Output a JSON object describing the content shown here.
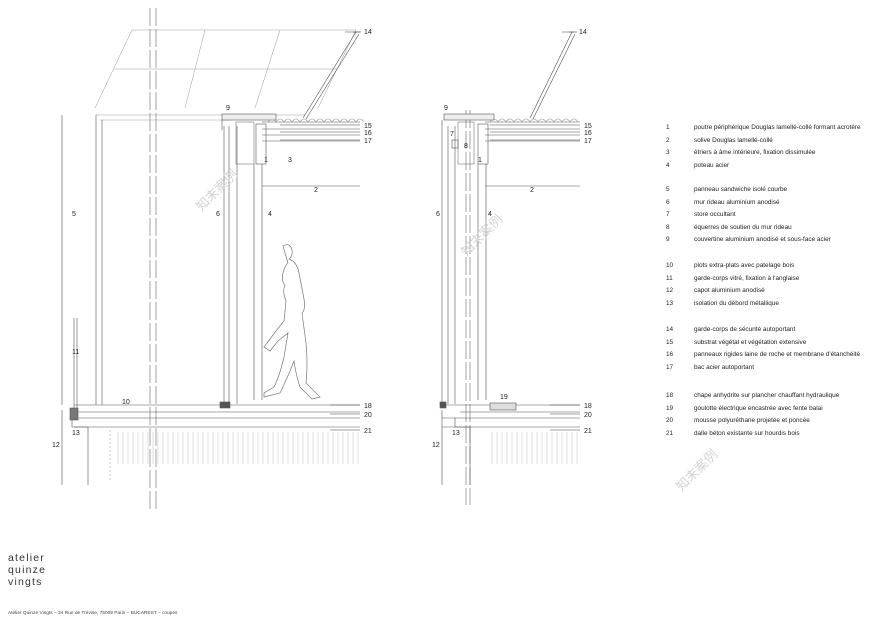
{
  "callouts": {
    "left": {
      "c1": "1",
      "c2": "2",
      "c3": "3",
      "c4": "4",
      "c5": "5",
      "c6": "6",
      "c9": "9",
      "c10": "10",
      "c11": "11",
      "c12": "12",
      "c13": "13",
      "c14": "14",
      "c15": "15",
      "c16": "16",
      "c17": "17",
      "c18": "18",
      "c20": "20",
      "c21": "21"
    },
    "right": {
      "c1": "1",
      "c2": "2",
      "c4": "4",
      "c6": "6",
      "c7": "7",
      "c8": "8",
      "c9": "9",
      "c12": "12",
      "c13": "13",
      "c14": "14",
      "c15": "15",
      "c16": "16",
      "c17": "17",
      "c18": "18",
      "c19": "19",
      "c20": "20",
      "c21": "21"
    }
  },
  "legend": [
    {
      "num": "1",
      "text": "poutre périphérique Douglas lamellé-collé formant acrotère"
    },
    {
      "num": "2",
      "text": "solive Douglas lamellé-collé"
    },
    {
      "num": "3",
      "text": "étriers à âme intérieure, fixation dissimulée"
    },
    {
      "num": "4",
      "text": "poteau acier"
    },
    {
      "num": "5",
      "text": "panneau sandwiche isolé courbe"
    },
    {
      "num": "6",
      "text": "mur rideau aluminium anodisé"
    },
    {
      "num": "7",
      "text": "store occultant"
    },
    {
      "num": "8",
      "text": "équerres de soutien du mur rideau"
    },
    {
      "num": "9",
      "text": "couvertine aluminium anodisé et sous-face acier"
    },
    {
      "num": "10",
      "text": "plots extra-plats avec patelage bois"
    },
    {
      "num": "11",
      "text": "garde-corps vitré, fixation à l'anglaise"
    },
    {
      "num": "12",
      "text": "capot aluminium anodisé"
    },
    {
      "num": "13",
      "text": "isolation du débord métallique"
    },
    {
      "num": "14",
      "text": "garde-corps de sécurité autoportant"
    },
    {
      "num": "15",
      "text": "substrat végétal et végétation extensive"
    },
    {
      "num": "16",
      "text": "panneaux rigides laine de roche et membrane d'étanchéité"
    },
    {
      "num": "17",
      "text": "bac acier autoportant"
    },
    {
      "num": "18",
      "text": "chape anhydrite sur plancher chauffant hydraulique"
    },
    {
      "num": "19",
      "text": "goulotte électrique encastrée avec fente balai"
    },
    {
      "num": "20",
      "text": "mousse polyuréthane projetée et poncée"
    },
    {
      "num": "21",
      "text": "dalle béton existante sur hourdis bois"
    }
  ],
  "brand": {
    "line1": "atelier",
    "line2": "quinze",
    "line3": "vingts"
  },
  "caption": "Atelier Quinze Vingts – 34 Rue de Trévise, 75009 Paris – BUCAREST – coupes",
  "watermark": "知末案例"
}
